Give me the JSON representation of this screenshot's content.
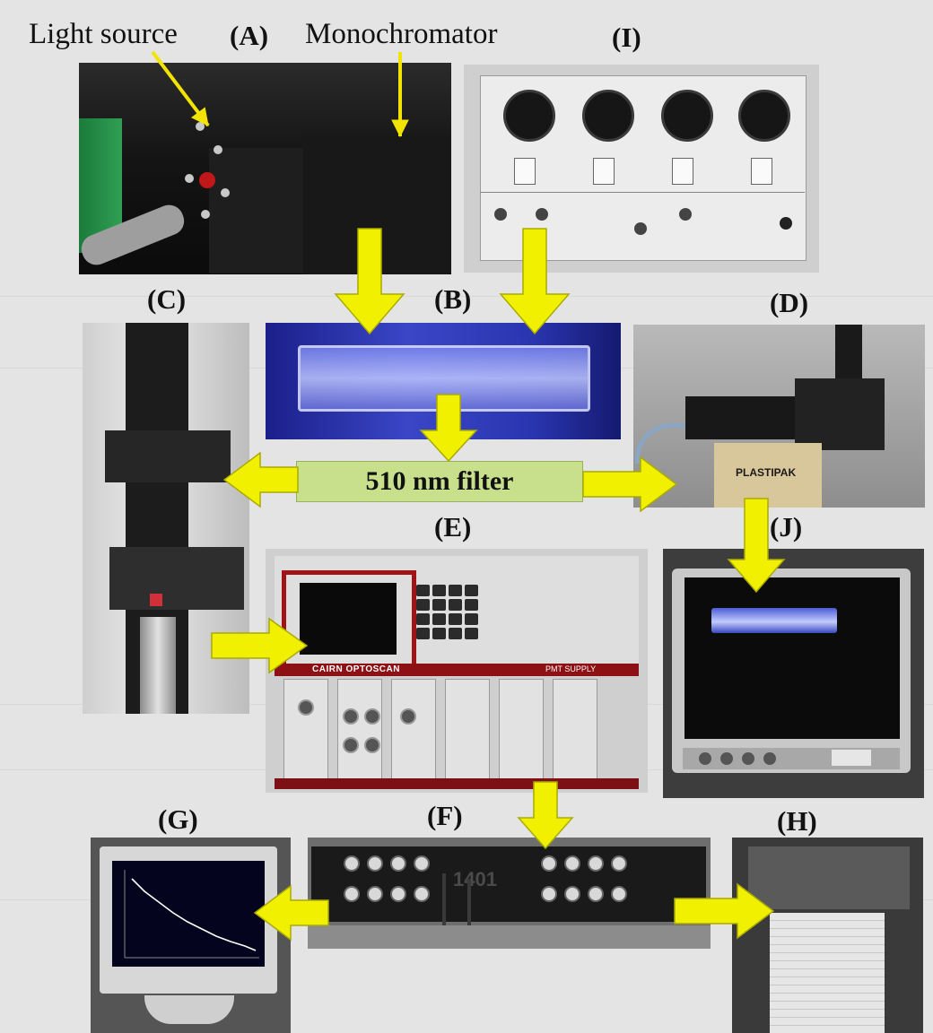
{
  "figure": {
    "top_labels": {
      "light_source": "Light source",
      "monochromator": "Monochromator"
    },
    "filter": "510 nm filter",
    "panels": {
      "A": "(A)",
      "B": "(B)",
      "C": "(C)",
      "D": "(D)",
      "E": "(E)",
      "F": "(F)",
      "G": "(G)",
      "H": "(H)",
      "I": "(I)",
      "J": "(J)"
    },
    "device_text": {
      "plastipak": "PLASTIPAK",
      "optoscan": "CAIRN OPTOSCAN",
      "pmt_supply": "PMT SUPPLY",
      "interface_1401": "1401"
    }
  },
  "colors": {
    "arrow": "#f0f000",
    "arrow_edge": "#aaaa00",
    "pointer": "#f2e400",
    "filter_fill": "#c8e08c"
  }
}
